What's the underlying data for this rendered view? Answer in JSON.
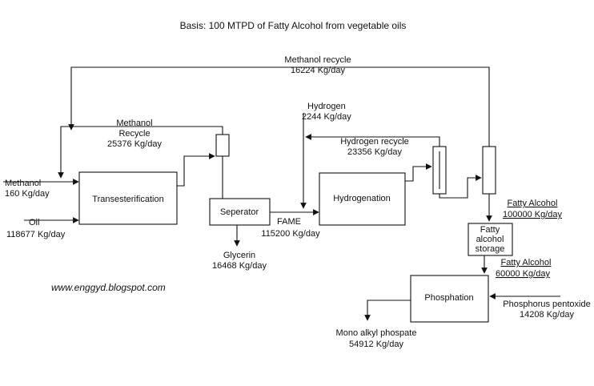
{
  "title": "Basis: 100 MTPD of Fatty Alcohol  from vegetable oils",
  "watermark": "www.enggyd.blogspot.com",
  "units": {
    "transesterification": "Transesterification",
    "separator": "Seperator",
    "hydrogenation": "Hydrogenation",
    "storage_line1": "Fatty",
    "storage_line2": "alcohol",
    "storage_line3": "storage",
    "phosphation": "Phosphation"
  },
  "streams": {
    "methanol_recycle_top": {
      "name": "Methanol recycle",
      "rate": "16224 Kg/day"
    },
    "methanol_recycle_inner": {
      "line1": "Methanol",
      "line2": "Recycle",
      "rate": "25376 Kg/day"
    },
    "methanol_feed": {
      "name": "Methanol",
      "rate": "160 Kg/day"
    },
    "oil_feed": {
      "name": "Oil",
      "rate": "118677 Kg/day"
    },
    "glycerin": {
      "name": "Glycerin",
      "rate": "16468 Kg/day"
    },
    "fame": {
      "name": "FAME",
      "rate": "115200 Kg/day"
    },
    "hydrogen_feed": {
      "name": "Hydrogen",
      "rate": "2244 Kg/day"
    },
    "hydrogen_recycle": {
      "name": "Hydrogen recycle",
      "rate": "23356 Kg/day"
    },
    "fatty_alcohol_1": {
      "name": "Fatty Alcohol",
      "rate": "100000 Kg/day"
    },
    "fatty_alcohol_2": {
      "name": "Fatty Alcohol",
      "rate": "60000 Kg/day"
    },
    "phosphorus_pentoxide": {
      "name": "Phosphorus pentoxide",
      "rate": "14208 Kg/day"
    },
    "mono_alkyl_phosphate": {
      "name": "Mono alkyl phospate",
      "rate": "54912 Kg/day"
    }
  }
}
